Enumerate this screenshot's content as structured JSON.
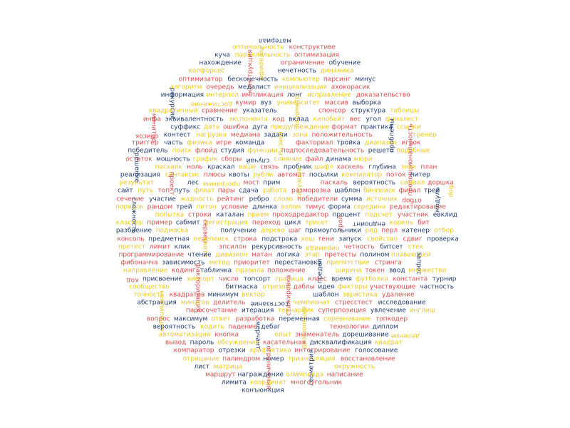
{
  "palette": {
    "navy": "#1f3a6b",
    "yellow": "#e8c51c",
    "red": "#d84a4a"
  },
  "words": [
    "материал",
    "оптимальность",
    "конструктиве",
    "куча",
    "параллельность",
    "оптимизация",
    "нахождение",
    "логарифм",
    "ограничение",
    "обучение",
    "колфорсес",
    "конструкция",
    "нечетность",
    "динамика",
    "оптимизатор",
    "бесконечность",
    "компьютер",
    "парсинг",
    "минус",
    "алгоритм",
    "очередь",
    "медалист",
    "инициализация",
    "ахокорасик",
    "информация",
    "интерпол",
    "импликация",
    "лонг",
    "исправление",
    "доказательство",
    "рекурсия",
    "достижение",
    "кумир",
    "вуз",
    "университет",
    "массив",
    "выборка",
    "квадратичный",
    "сравнение",
    "указатель",
    "параметр",
    "спонсор",
    "структура",
    "таблицы",
    "инфа",
    "эквивалентность",
    "экспонента",
    "код",
    "вклад",
    "килобайт",
    "вес",
    "угол",
    "финалист",
    "монитор",
    "суффикс",
    "дата",
    "ошибка",
    "дуга",
    "предупреждение",
    "формат",
    "практика",
    "ссылки",
    "список",
    "контест",
    "нагрузка",
    "медиана",
    "задачи",
    "зона",
    "положительность",
    "проблемы",
    "тренер",
    "триггер",
    "часть",
    "физика",
    "игре",
    "команда",
    "квесты",
    "факториал",
    "тройка",
    "диапазон",
    "игрок",
    "победитель",
    "поиск",
    "флойд",
    "студия",
    "функции",
    "подпоследовательность",
    "решето",
    "подобные",
    "остаток",
    "мощность",
    "график",
    "сборы",
    "случай",
    "слияние",
    "файл",
    "динама",
    "жюри",
    "пропорциональность",
    "решение",
    "пасхалк",
    "ноль",
    "краскал",
    "ваше",
    "связь",
    "пробник",
    "шафл",
    "хаскель",
    "глубина",
    "знак",
    "план",
    "реализация",
    "синтаксис",
    "плюсы",
    "квоты",
    "рубли",
    "автомат",
    "посылки",
    "компилятор",
    "поток",
    "питер",
    "результат",
    "проект",
    "лес",
    "программа",
    "мост",
    "прим",
    "ситуация",
    "паскаль",
    "вероятность",
    "символ",
    "доршка",
    "сайт",
    "путь",
    "топ",
    "путь",
    "флоат",
    "пары",
    "сдача",
    "работа",
    "разморозка",
    "шаблон",
    "бинпоиск",
    "финал",
    "трей",
    "бор",
    "сечение",
    "участие",
    "жадность",
    "рейтинг",
    "ребро",
    "слово",
    "победители",
    "сумма",
    "источник",
    "отбор",
    "модуль",
    "порядок",
    "рандом",
    "трей",
    "питон",
    "условие",
    "длинка",
    "взлом",
    "тимус",
    "форма",
    "середина",
    "редактирование",
    "сложность",
    "попытка",
    "строки",
    "каталан",
    "прием",
    "проходредактор",
    "процент",
    "подсчет",
    "участник",
    "евклид",
    "кластер",
    "пример",
    "сабмит",
    "регистрация",
    "переход",
    "цикл",
    "трисет",
    "грол",
    "ендпоинт",
    "корень",
    "бит",
    "разбиение",
    "подмаска",
    "сервер",
    "получение",
    "дерево",
    "шаг",
    "прямоугольники",
    "ряд",
    "перл",
    "катенер",
    "отбор",
    "консоль",
    "предметная",
    "перепоиск",
    "строка",
    "подстрока",
    "хеш",
    "тени",
    "запуск",
    "свойство",
    "сдвиг",
    "проверка",
    "претест",
    "лимит",
    "клик",
    "квота",
    "эпсилон",
    "рекурсивность",
    "пирамида",
    "четность",
    "битсет",
    "стек",
    "программирование",
    "чтение",
    "дивизион",
    "матан",
    "логика",
    "этап",
    "претесты",
    "полином",
    "плавающей",
    "фибоначча",
    "зависимость",
    "метод",
    "приоритет",
    "перестановка",
    "препятствие",
    "стринга",
    "запрос",
    "направление",
    "кодинг",
    "табличка",
    "правила",
    "положение",
    "предел",
    "ширина",
    "токен",
    "ввод",
    "множество",
    "код",
    "присвоение",
    "хипсорт",
    "число",
    "топсорт",
    "граница",
    "класс",
    "время",
    "футболка",
    "константа",
    "турнир",
    "сообщество",
    "факторизация",
    "битмаска",
    "отрезок",
    "даблы",
    "идея",
    "факторы",
    "участвующие",
    "частность",
    "точность",
    "квадратов",
    "минимум",
    "вектор",
    "стажировка",
    "шаблон",
    "эвристика",
    "удаление",
    "абстракция",
    "минусов",
    "делитель",
    "состязание",
    "чемпионат",
    "стресстест",
    "исследование",
    "компиляция",
    "паросочетание",
    "итерация",
    "тернарник",
    "суперпозиция",
    "увлечение",
    "инглиш",
    "вопрос",
    "максимум",
    "ответ",
    "разработка",
    "переменная",
    "соревнование",
    "топкодер",
    "вероятность",
    "кодить",
    "падение",
    "дебаг",
    "дизъюнкция",
    "технологии",
    "диплом",
    "автоматизация",
    "кнопка",
    "мерчант",
    "опыт",
    "знаменатель",
    "дорешивание",
    "деление",
    "вывод",
    "пароль",
    "обсуждение",
    "касательная",
    "дисквалификация",
    "квадрат",
    "компаратор",
    "отрезки",
    "арифметика",
    "интегрирование",
    "голосование",
    "отрицание",
    "палиндром",
    "номер",
    "триангуляция",
    "восстановление",
    "лист",
    "матрица",
    "ограничения",
    "геометрия",
    "окружность",
    "маршрут",
    "награждение",
    "олимпиада",
    "написание",
    "лимита",
    "координат",
    "многоугольник",
    "конъюнкция",
    "ориентированность",
    "мерджсорт"
  ]
}
